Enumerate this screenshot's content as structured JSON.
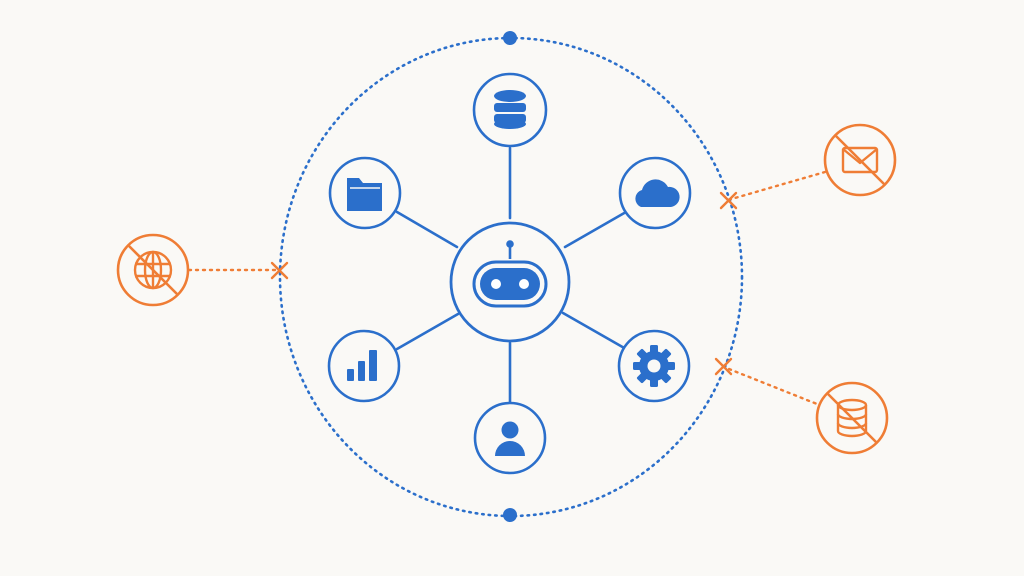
{
  "colors": {
    "background": "#faf9f6",
    "primary": "#2b6fcb",
    "blocked": "#ef7d35"
  },
  "boundary": {
    "style": "dotted-circle",
    "markers": [
      "top-dot",
      "bottom-dot"
    ]
  },
  "hub": {
    "icon": "robot-icon"
  },
  "connected_nodes": [
    {
      "id": "database",
      "icon": "database-icon"
    },
    {
      "id": "cloud",
      "icon": "cloud-icon"
    },
    {
      "id": "settings",
      "icon": "gear-icon"
    },
    {
      "id": "user",
      "icon": "user-icon"
    },
    {
      "id": "analytics",
      "icon": "bar-chart-icon"
    },
    {
      "id": "files",
      "icon": "folder-icon"
    }
  ],
  "blocked_nodes": [
    {
      "id": "web",
      "icon": "globe-icon",
      "status": "blocked"
    },
    {
      "id": "email",
      "icon": "envelope-icon",
      "status": "blocked"
    },
    {
      "id": "external-database",
      "icon": "database-icon",
      "status": "blocked"
    }
  ]
}
